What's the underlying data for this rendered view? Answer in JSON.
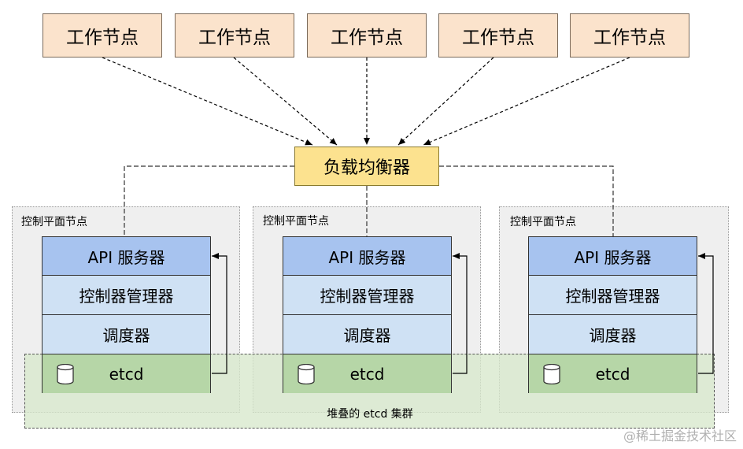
{
  "workers": [
    {
      "label": "工作节点"
    },
    {
      "label": "工作节点"
    },
    {
      "label": "工作节点"
    },
    {
      "label": "工作节点"
    },
    {
      "label": "工作节点"
    }
  ],
  "load_balancer": {
    "label": "负载均衡器"
  },
  "control_planes": [
    {
      "region_label": "控制平面节点",
      "api": "API 服务器",
      "controller_manager": "控制器管理器",
      "scheduler": "调度器",
      "etcd": "etcd"
    },
    {
      "region_label": "控制平面节点",
      "api": "API 服务器",
      "controller_manager": "控制器管理器",
      "scheduler": "调度器",
      "etcd": "etcd"
    },
    {
      "region_label": "控制平面节点",
      "api": "API 服务器",
      "controller_manager": "控制器管理器",
      "scheduler": "调度器",
      "etcd": "etcd"
    }
  ],
  "etcd_cluster": {
    "label": "堆叠的 etcd 集群"
  },
  "watermark": "@稀土掘金技术社区",
  "colors": {
    "worker_fill": "#fbe3cc",
    "load_balancer_fill": "#fce28f",
    "api_fill": "#a7c3ef",
    "component_fill": "#cfe1f4",
    "etcd_fill": "#b6d6a7",
    "cluster_fill": "#d7e8cc",
    "region_fill": "#efefef"
  }
}
